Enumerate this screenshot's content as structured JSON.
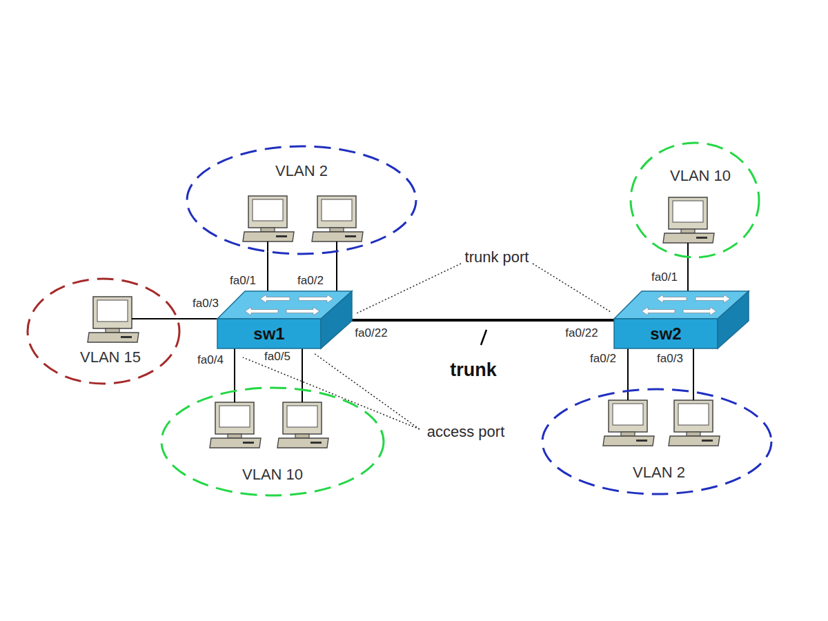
{
  "diagram": {
    "nodes": [
      {
        "text": [
          "VLAN 2"
        ]
      },
      {
        "text": [
          "VLAN 10"
        ]
      },
      {
        "text": [
          "VLAN 15"
        ]
      },
      {
        "text": [
          "sw1"
        ]
      },
      {
        "text": [
          "sw2"
        ]
      },
      {
        "text": [
          "VLAN 10"
        ]
      },
      {
        "text": [
          "VLAN 2"
        ]
      }
    ],
    "edges": [
      {
        "from": 0,
        "to": 3,
        "label": "fa0/1",
        "arrow": "none"
      },
      {
        "from": 0,
        "to": 3,
        "label": "fa0/2",
        "arrow": "none"
      },
      {
        "from": 2,
        "to": 3,
        "label": "fa0/3",
        "arrow": "none"
      },
      {
        "from": 5,
        "to": 3,
        "label": "fa0/4",
        "arrow": "none"
      },
      {
        "from": 5,
        "to": 3,
        "label": "fa0/5",
        "arrow": "none"
      },
      {
        "from": 3,
        "to": 4,
        "label": "trunk",
        "arrow": "none"
      },
      {
        "from": 1,
        "to": 4,
        "label": "fa0/1",
        "arrow": "none"
      },
      {
        "from": 6,
        "to": 4,
        "label": "fa0/2",
        "arrow": "none"
      },
      {
        "from": 6,
        "to": 4,
        "label": "fa0/3",
        "arrow": "none"
      }
    ],
    "labels": [
      "fa0/22",
      "fa0/22",
      "trunk port",
      "access port"
    ]
  }
}
